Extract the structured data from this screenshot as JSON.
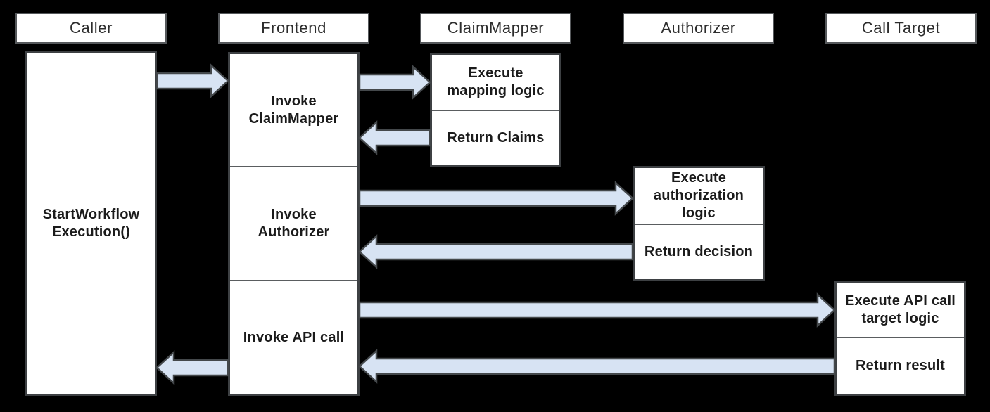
{
  "colors": {
    "background": "#000000",
    "box_fill": "#ffffff",
    "box_border": "#3d4043",
    "header_border": "#55585b",
    "divider": "#5a5d60",
    "arrow_fill": "#d7e3f3",
    "arrow_outline": "#44484b",
    "text": "#1b1b1b"
  },
  "lanes": [
    {
      "label": "Caller"
    },
    {
      "label": "Frontend"
    },
    {
      "label": "ClaimMapper"
    },
    {
      "label": "Authorizer"
    },
    {
      "label": "Call Target"
    }
  ],
  "caller": {
    "task": "StartWorkflow\nExecution()"
  },
  "frontend": {
    "invoke_claimmapper": "Invoke\nClaimMapper",
    "invoke_authorizer": "Invoke\nAuthorizer",
    "invoke_api_call": "Invoke API call"
  },
  "claimmapper": {
    "execute": "Execute\nmapping logic",
    "return": "Return Claims"
  },
  "authorizer": {
    "execute": "Execute\nauthorization\nlogic",
    "return": "Return decision"
  },
  "call_target": {
    "execute": "Execute API call\ntarget logic",
    "return": "Return result"
  },
  "arrows": [
    {
      "name": "caller-to-frontend",
      "from": "Caller",
      "to": "Frontend",
      "direction": "right"
    },
    {
      "name": "frontend-to-claimmapper",
      "from": "Frontend",
      "to": "ClaimMapper",
      "direction": "right"
    },
    {
      "name": "claimmapper-to-frontend",
      "from": "ClaimMapper",
      "to": "Frontend",
      "direction": "left"
    },
    {
      "name": "frontend-to-authorizer",
      "from": "Frontend",
      "to": "Authorizer",
      "direction": "right"
    },
    {
      "name": "authorizer-to-frontend",
      "from": "Authorizer",
      "to": "Frontend",
      "direction": "left"
    },
    {
      "name": "frontend-to-calltarget",
      "from": "Frontend",
      "to": "Call Target",
      "direction": "right"
    },
    {
      "name": "calltarget-to-frontend",
      "from": "Call Target",
      "to": "Frontend",
      "direction": "left"
    },
    {
      "name": "frontend-to-caller",
      "from": "Frontend",
      "to": "Caller",
      "direction": "left"
    }
  ]
}
